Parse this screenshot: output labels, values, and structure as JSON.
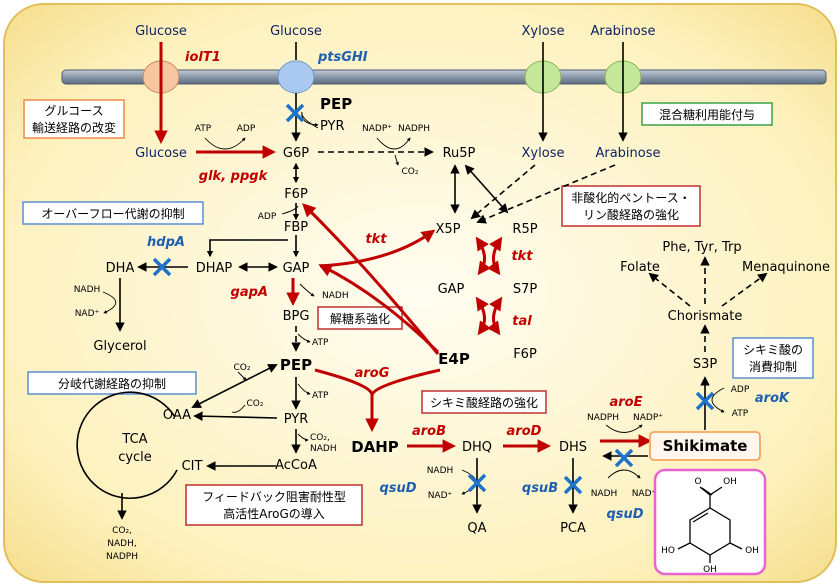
{
  "transport": {
    "top_glucose_1": "Glucose",
    "top_glucose_2": "Glucose",
    "top_xylose": "Xylose",
    "top_arabinose": "Arabinose",
    "iolT1": "iolT1",
    "ptsGHI": "ptsGHI"
  },
  "metabolites": {
    "glucose_in": "Glucose",
    "pep_top": "PEP",
    "pyr_top": "PYR",
    "g6p": "G6P",
    "ru5p": "Ru5P",
    "xylose_in": "Xylose",
    "arabinose_in": "Arabinose",
    "f6p": "F6P",
    "fbp": "FBP",
    "x5p": "X5P",
    "r5p": "R5P",
    "dha": "DHA",
    "dhap": "DHAP",
    "gap": "GAP",
    "gap2": "GAP",
    "s7p": "S7P",
    "f6p2": "F6P",
    "glycerol": "Glycerol",
    "bpg": "BPG",
    "pep": "PEP",
    "e4p": "E4P",
    "oaa": "OAA",
    "pyr": "PYR",
    "cit": "CIT",
    "accoa": "AcCoA",
    "dahp": "DAHP",
    "dhq": "DHQ",
    "dhs": "DHS",
    "shikimate": "Shikimate",
    "s3p": "S3P",
    "chorismate": "Chorismate",
    "folate": "Folate",
    "phe_tyr_trp": "Phe, Tyr, Trp",
    "menaquinone": "Menaquinone",
    "qa": "QA",
    "pca": "PCA",
    "tca1": "TCA",
    "tca2": "cycle"
  },
  "genes": {
    "glk_ppgk": "glk, ppgk",
    "tkt1": "tkt",
    "tkt2": "tkt",
    "tal": "tal",
    "hdpA": "hdpA",
    "gapA": "gapA",
    "aroG": "aroG",
    "aroB": "aroB",
    "aroD": "aroD",
    "aroE": "aroE",
    "aroK": "aroK",
    "qsuD1": "qsuD",
    "qsuB": "qsuB",
    "qsuD2": "qsuD"
  },
  "cofactors": {
    "atp1": "ATP",
    "adp1": "ADP",
    "nadp_plus1": "NADP⁺",
    "nadph1": "NADPH",
    "co2_1": "CO₂",
    "adp2": "ADP",
    "nadh1": "NADH",
    "nad_plus1": "NAD⁺",
    "nadh2": "NADH",
    "atp2": "ATP",
    "atp3": "ATP",
    "co2_2": "CO₂",
    "co2_3": "CO₂",
    "co2_4": "CO₂,",
    "nadh3": "NADH",
    "co2_5": "CO₂,",
    "nadh4": "NADH,",
    "nadph2": "NADPH",
    "nadph3": "NADPH",
    "nadp_plus2": "NADP⁺",
    "adp3": "ADP",
    "atp4": "ATP",
    "nadh5": "NADH",
    "nad_plus2": "NAD⁺",
    "nadh6": "NADH",
    "nad_plus3": "NAD⁺"
  },
  "notes": {
    "glucose_transport_1": "グルコース",
    "glucose_transport_2": "輸送経路の改変",
    "mixed_sugar": "混合糖利用能付与",
    "overflow": "オーバーフロー代謝の抑制",
    "ppp_1": "非酸化的ペントース・",
    "ppp_2": "リン酸経路の強化",
    "glycolysis": "解糖系強化",
    "branch": "分岐代謝経路の抑制",
    "shikimate_path": "シキミ酸経路の強化",
    "shikimate_cons_1": "シキミ酸の",
    "shikimate_cons_2": "消費抑制",
    "arog_1": "フィードバック阻害耐性型",
    "arog_2": "高活性AroGの導入"
  },
  "structure": {
    "oh1": "O",
    "oh2": "OH",
    "ho1": "HO",
    "ho2": "OH",
    "oh3": "OH"
  },
  "colors": {
    "background": "#fdf1bd",
    "red_arrow": "#c00000",
    "gene_blue": "#1f5fb0",
    "cross_blue": "#1e73c9",
    "membrane": "#7f8fa6",
    "transporter_orange": "#f6c6a1",
    "transporter_blue": "#a9c9f0",
    "transporter_green": "#c4e79a",
    "note_box_orange": "#f08a4b",
    "note_box_blue": "#5b8fd3",
    "note_box_green": "#3aa14b",
    "note_box_red": "#c03030",
    "shikimate_box": "#f5a65b",
    "structure_box": "#e864d0"
  }
}
